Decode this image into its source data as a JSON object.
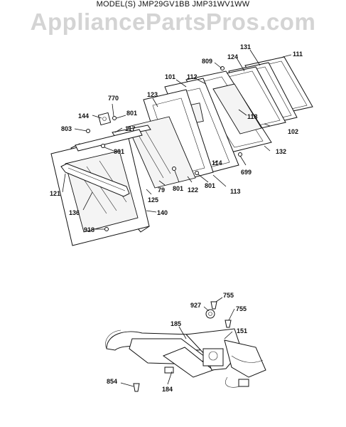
{
  "header": {
    "models": "MODEL(S) JMP29GV1BB  JMP31WV1WW",
    "watermark": "AppliancePartsPros.com"
  },
  "parts": {
    "p111": "111",
    "p131": "131",
    "p124": "124",
    "p809": "809",
    "p101": "101",
    "p112": "112",
    "p123": "123",
    "p770": "770",
    "p144": "144",
    "p801a": "801",
    "p803": "803",
    "p117": "117",
    "p118": "118",
    "p102": "102",
    "p132": "132",
    "p699": "699",
    "p114": "114",
    "p801b": "801",
    "p113": "113",
    "p801c": "801",
    "p122": "122",
    "p79": "79",
    "p125": "125",
    "p121": "121",
    "p136": "136",
    "p140": "140",
    "p918": "918",
    "p755a": "755",
    "p927": "927",
    "p755b": "755",
    "p185": "185",
    "p151": "151",
    "p854": "854",
    "p184": "184"
  }
}
